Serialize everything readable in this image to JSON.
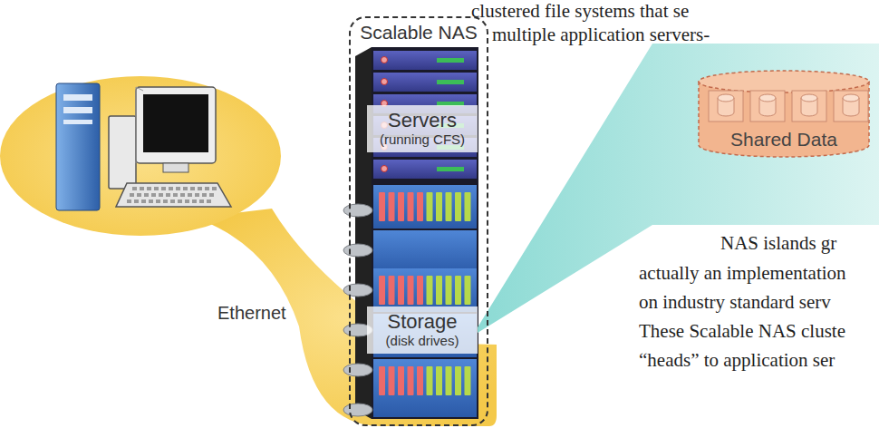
{
  "diagram": {
    "nodes": [
      {
        "text": [
          "Scalable NAS"
        ]
      },
      {
        "text": [
          "Servers",
          "(running CFS)"
        ],
        "in": 0
      },
      {
        "text": [
          "Storage",
          "(disk drives)"
        ],
        "in": 0
      },
      {
        "text": [
          "Shared Data"
        ]
      }
    ],
    "edges": [
      {
        "from": 2,
        "to": 3,
        "arrow": "none"
      }
    ],
    "labels": [
      "Ethernet",
      "clustered file systems that se",
      "multiple application servers-",
      "NAS islands gr",
      "actually an implementation",
      "on industry standard serv",
      "These Scalable NAS cluste",
      "“heads” to application ser"
    ]
  }
}
